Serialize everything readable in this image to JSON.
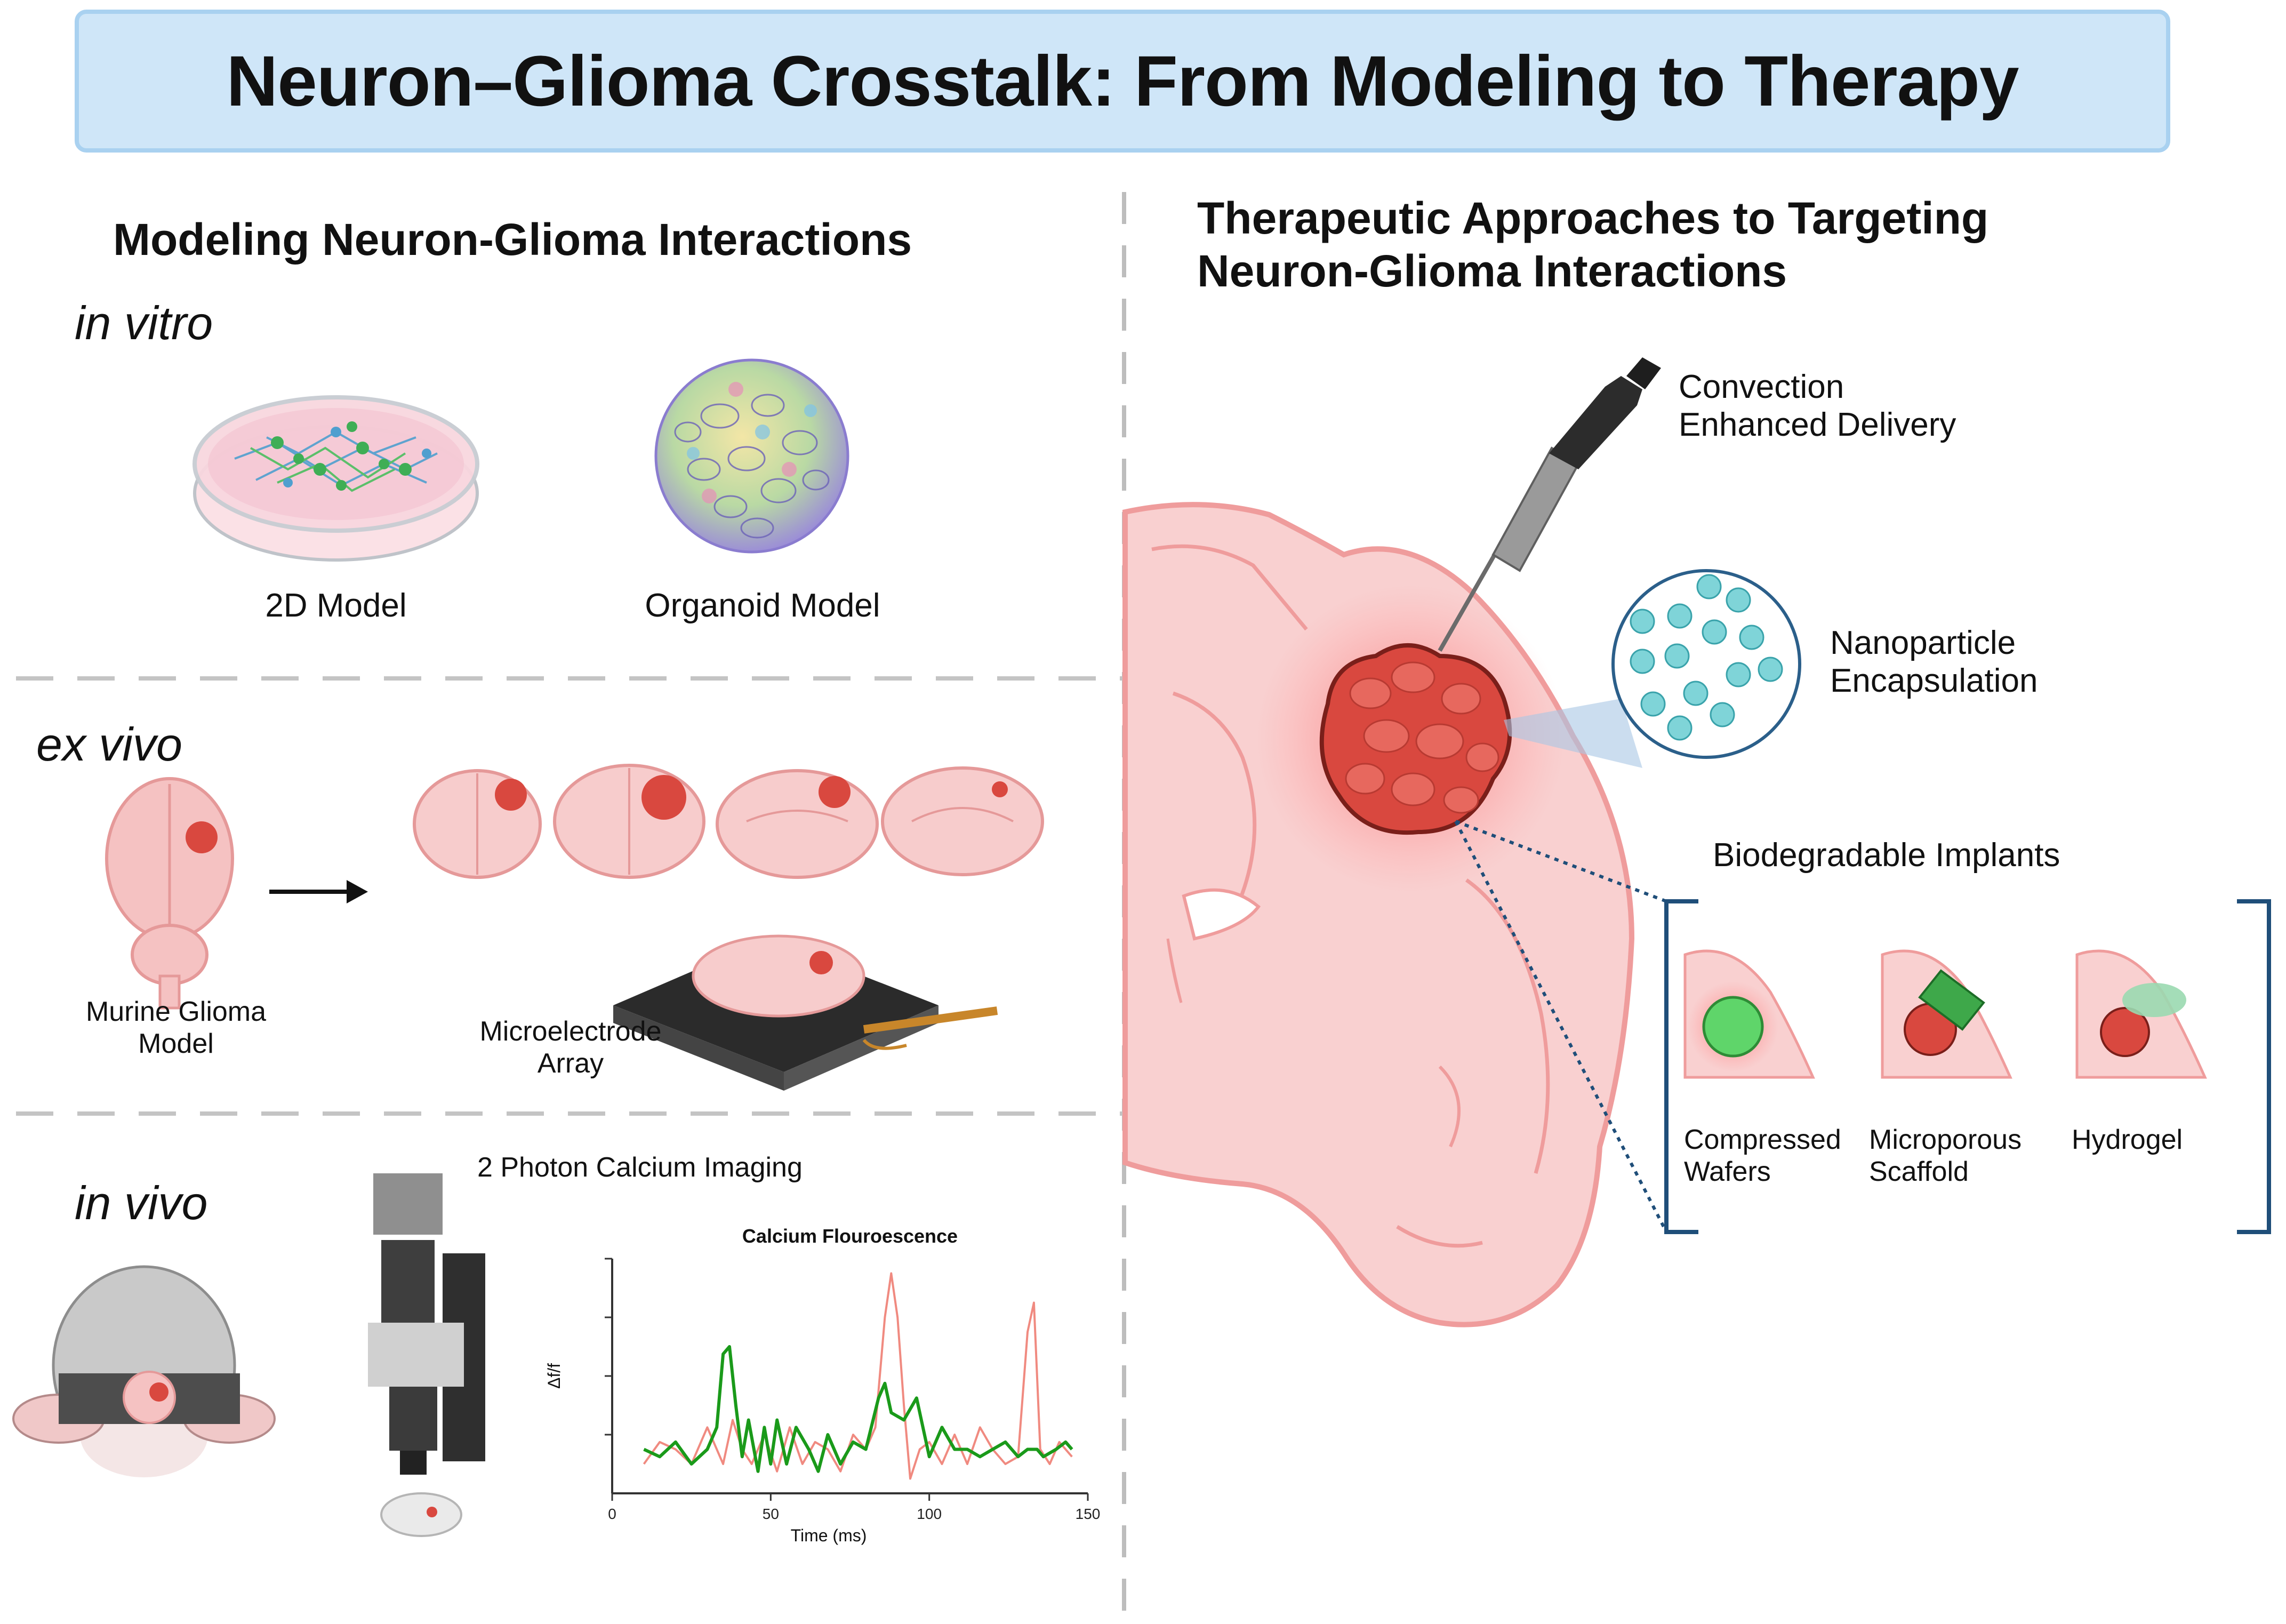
{
  "banner": {
    "title": "Neuron–Glioma Crosstalk: From Modeling to Therapy"
  },
  "left": {
    "heading": "Modeling Neuron-Glioma Interactions",
    "in_vitro": {
      "label": "in vitro",
      "model_2d": "2D Model",
      "organoid": "Organoid Model"
    },
    "ex_vivo": {
      "label": "ex vivo",
      "murine_line1": "Murine Glioma",
      "murine_line2": "Model",
      "mea_line1": "Microelectrode",
      "mea_line2": "Array"
    },
    "in_vivo": {
      "label": "in vivo",
      "imaging_title": "2 Photon Calcium Imaging"
    }
  },
  "right": {
    "heading_line1": "Therapeutic Approaches to Targeting",
    "heading_line2": "Neuron-Glioma Interactions",
    "ced_line1": "Convection",
    "ced_line2": "Enhanced Delivery",
    "nano_line1": "Nanoparticle",
    "nano_line2": "Encapsulation",
    "implants_title": "Biodegradable Implants",
    "implants": [
      {
        "line1": "Compressed",
        "line2": "Wafers"
      },
      {
        "line1": "Microporous",
        "line2": "Scaffold"
      },
      {
        "line1": "Hydrogel",
        "line2": ""
      }
    ]
  },
  "colors": {
    "banner_bg": "#cfe6f8",
    "tumor": "#d9483f",
    "brain_tissue": "#f7c9c9",
    "bracket": "#1f4e79",
    "green_trace": "#1a9a1a",
    "red_trace": "#f08a80"
  },
  "chart_data": {
    "type": "line",
    "title": "Calcium Flouroescence",
    "xlabel": "Time (ms)",
    "ylabel": "Δf/f",
    "xlim": [
      0,
      150
    ],
    "x_ticks": [
      0,
      50,
      100,
      150
    ],
    "series": [
      {
        "color": "#1a9a1a",
        "x": [
          10,
          15,
          20,
          25,
          30,
          33,
          35,
          37,
          39,
          41,
          43,
          46,
          48,
          50,
          52,
          55,
          58,
          62,
          65,
          68,
          72,
          76,
          80,
          84,
          86,
          88,
          92,
          96,
          100,
          104,
          108,
          112,
          116,
          120,
          124,
          128,
          131,
          134,
          136,
          140,
          143,
          145
        ],
        "y": [
          0.3,
          0.25,
          0.35,
          0.2,
          0.3,
          0.45,
          0.95,
          1.0,
          0.6,
          0.25,
          0.5,
          0.15,
          0.45,
          0.2,
          0.5,
          0.2,
          0.45,
          0.3,
          0.15,
          0.4,
          0.2,
          0.35,
          0.3,
          0.65,
          0.75,
          0.55,
          0.5,
          0.65,
          0.25,
          0.45,
          0.3,
          0.3,
          0.25,
          0.3,
          0.35,
          0.25,
          0.3,
          0.3,
          0.25,
          0.3,
          0.35,
          0.3
        ]
      },
      {
        "color": "#f08a80",
        "x": [
          10,
          15,
          20,
          25,
          30,
          35,
          38,
          41,
          44,
          48,
          52,
          56,
          60,
          64,
          68,
          72,
          76,
          80,
          83,
          86,
          88,
          90,
          92,
          94,
          97,
          100,
          104,
          108,
          112,
          116,
          120,
          124,
          128,
          131,
          133,
          135,
          138,
          141,
          145
        ],
        "y": [
          0.2,
          0.35,
          0.3,
          0.2,
          0.45,
          0.2,
          0.5,
          0.3,
          0.2,
          0.4,
          0.15,
          0.45,
          0.2,
          0.35,
          0.3,
          0.15,
          0.4,
          0.3,
          0.45,
          1.2,
          1.5,
          1.2,
          0.6,
          0.1,
          0.3,
          0.35,
          0.2,
          0.4,
          0.2,
          0.45,
          0.3,
          0.2,
          0.25,
          1.1,
          1.3,
          0.3,
          0.2,
          0.35,
          0.25
        ]
      }
    ]
  }
}
